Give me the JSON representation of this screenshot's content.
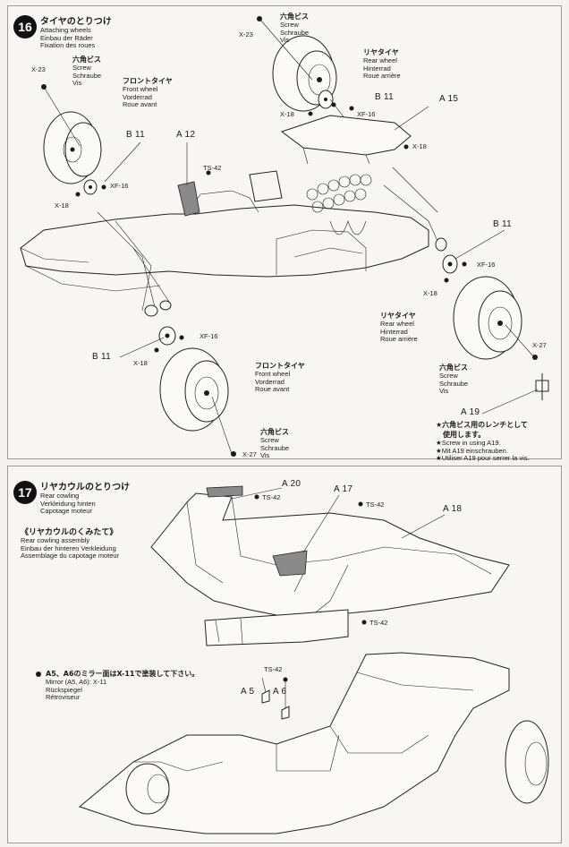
{
  "step16": {
    "number": "16",
    "title_jp": "タイヤのとりつけ",
    "title_en": "Attaching wheels",
    "title_de": "Einbau der Räder",
    "title_fr": "Fixation des roues",
    "labels": {
      "x23_top": "X-23",
      "x23_left": "X-23",
      "screw_top": {
        "jp": "六角ビス",
        "en": "Screw",
        "de": "Schraube",
        "fr": "Vis"
      },
      "screw_left": {
        "jp": "六角ビス",
        "en": "Screw",
        "de": "Schraube",
        "fr": "Vis"
      },
      "rear_wheel_top": {
        "jp": "リヤタイヤ",
        "en": "Rear wheel",
        "de": "Hinterrad",
        "fr": "Roue arrière"
      },
      "front_wheel_left": {
        "jp": "フロントタイヤ",
        "en": "Front wheel",
        "de": "Vorderrad",
        "fr": "Roue avant"
      },
      "b11_a": "B 11",
      "b11_b": "B 11",
      "b11_c": "B 11",
      "b11_d": "B 11",
      "a12": "A 12",
      "a15": "A 15",
      "a19": "A 19",
      "ts42": "TS-42",
      "xf16_a": "XF-16",
      "xf16_b": "XF-16",
      "xf16_c": "XF-16",
      "xf16_d": "XF-16",
      "x18_a": "X-18",
      "x18_b": "X-18",
      "x18_c": "X-18",
      "x18_d": "X-18",
      "x18_e": "X-18",
      "x27_a": "X-27",
      "x27_b": "X-27",
      "rear_wheel_right": {
        "jp": "リヤタイヤ",
        "en": "Rear wheel",
        "de": "Hinterrad",
        "fr": "Roue arrière"
      },
      "screw_right": {
        "jp": "六角ビス",
        "en": "Screw",
        "de": "Schraube",
        "fr": "Vis"
      },
      "front_wheel_bottom": {
        "jp": "フロントタイヤ",
        "en": "Front wheel",
        "de": "Vorderrad",
        "fr": "Roue avant"
      },
      "screw_bottom": {
        "jp": "六角ビス",
        "en": "Screw",
        "de": "Schraube",
        "fr": "Vis"
      }
    },
    "note": {
      "jp1": "★六角ビス用のレンチとして",
      "jp2": "使用します。",
      "en": "★Screw in using A19.",
      "de": "★Mit A19 einschrauben.",
      "fr": "★Utiliser A19 pour serrer la vis."
    }
  },
  "step17": {
    "number": "17",
    "title_jp": "リヤカウルのとりつけ",
    "title_en": "Rear cowling",
    "title_de": "Verkleidung hinten",
    "title_fr": "Capotage moteur",
    "sub_jp": "《リヤカウルのくみたて》",
    "sub_en": "Rear cowling assembly",
    "sub_de": "Einbau der hinteren Verkleidung",
    "sub_fr": "Assemblage du capotage moteur",
    "labels": {
      "a20": "A 20",
      "a17": "A 17",
      "a18": "A 18",
      "ts42_a": "TS-42",
      "ts42_b": "TS-42",
      "ts42_c": "TS-42",
      "ts42_d": "TS-42",
      "a5": "A 5",
      "a6": "A 6"
    },
    "mirror_note": {
      "jp": "A5、A6のミラー面はX-11で塗装して下さい。",
      "en": "Mirror (A5, A6): X-11",
      "de": "Rückspiegel",
      "fr": "Rétroviseur"
    }
  }
}
